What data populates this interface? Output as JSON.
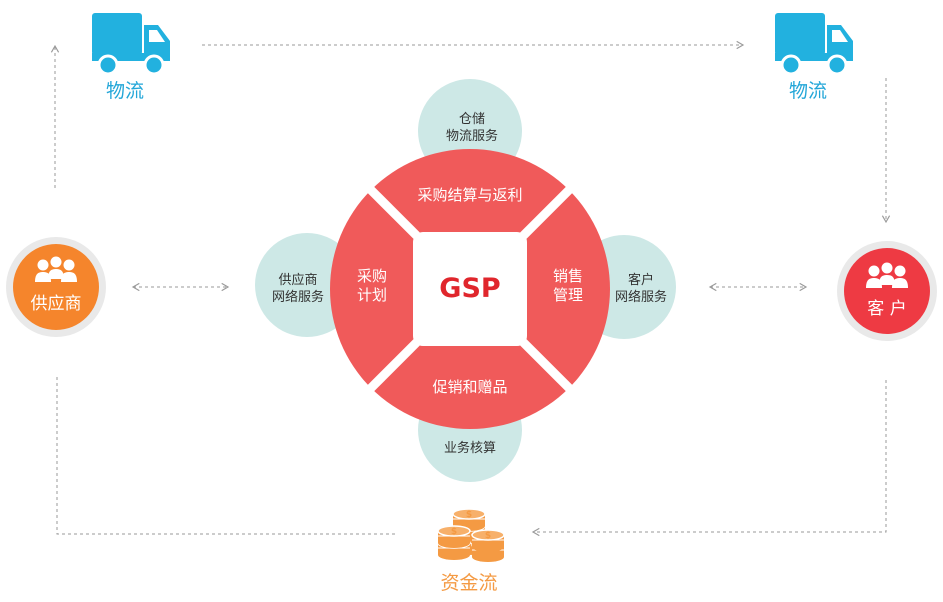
{
  "center": {
    "label": "GSP"
  },
  "segments": {
    "top": "采购结算与返利",
    "left_line1": "采购",
    "left_line2": "计划",
    "right_line1": "销售",
    "right_line2": "管理",
    "bottom": "促销和赠品"
  },
  "bubbles": {
    "top_line1": "仓储",
    "top_line2": "物流服务",
    "left_line1": "供应商",
    "left_line2": "网络服务",
    "right_line1": "客户",
    "right_line2": "网络服务",
    "bottom": "业务核算"
  },
  "nodes": {
    "logistics_left": "物流",
    "logistics_right": "物流",
    "supplier": "供应商",
    "customer": "客 户",
    "capital_flow": "资金流"
  },
  "colors": {
    "ring_red": "#f05a5a",
    "gsp_red": "#e0262c",
    "bubble_teal": "#cde8e6",
    "truck_blue": "#22b1df",
    "supplier_orange": "#f5852c",
    "customer_red": "#ee3a43",
    "coin_orange": "#f49a43"
  },
  "icons": [
    "truck-icon",
    "people-icon",
    "coins-icon"
  ]
}
